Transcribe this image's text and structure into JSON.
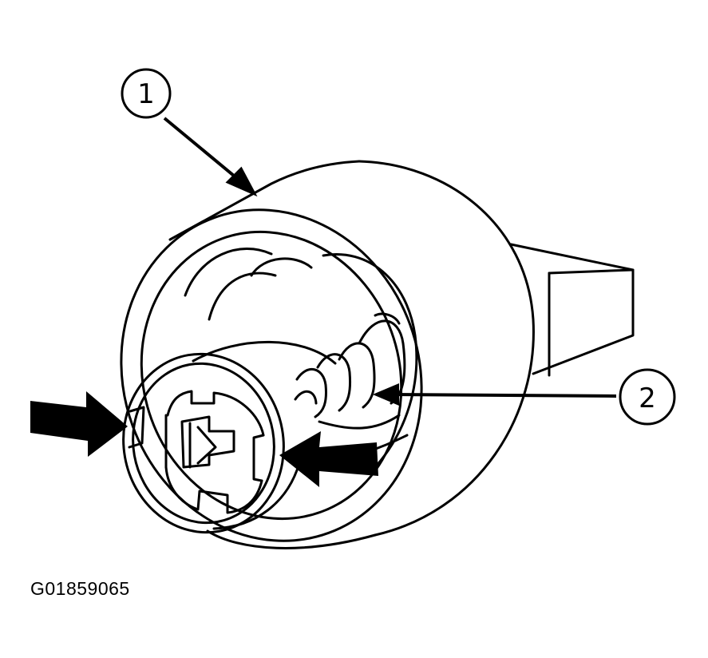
{
  "callouts": [
    {
      "number": "1"
    },
    {
      "number": "2"
    }
  ],
  "figure_code": "G01859065",
  "colors": {
    "line": "#000000",
    "background": "#ffffff"
  }
}
